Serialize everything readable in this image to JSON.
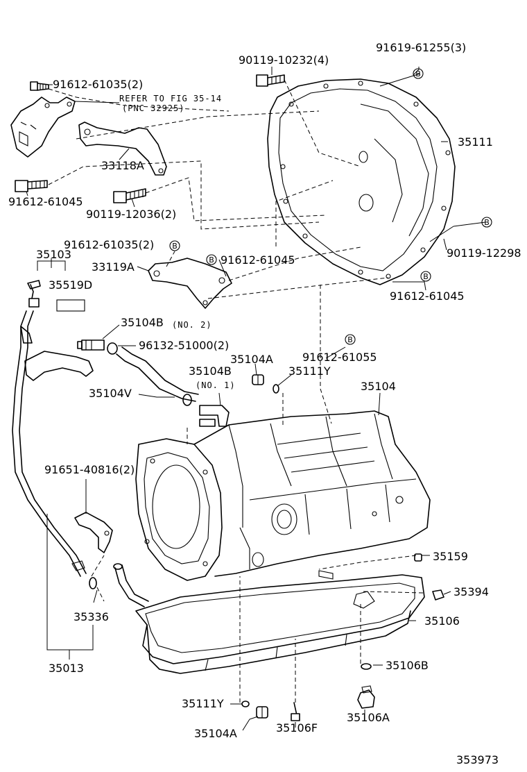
{
  "labels": {
    "p_91612_61035_2_top": "91612-61035(2)",
    "refer_fig_line1": "REFER TO FIG 35-14",
    "refer_fig_line2": "(PNC 32925)",
    "p_33118A": "33118A",
    "p_91612_61045_left": "91612-61045",
    "p_90119_12036_2": "90119-12036(2)",
    "p_90119_10232_4": "90119-10232(4)",
    "p_91619_61255_3": "91619-61255(3)",
    "p_35111": "35111",
    "p_90119_12298": "90119-12298",
    "p_91612_61035_2_mid": "91612-61035(2)",
    "p_35103": "35103",
    "p_33119A": "33119A",
    "p_91612_61045_mid": "91612-61045",
    "p_35519D": "35519D",
    "p_91612_61045_right": "91612-61045",
    "p_35104B_no2": "35104B",
    "no2": "(NO. 2)",
    "p_96132_51000_2": "96132-51000(2)",
    "p_91612_61055": "91612-61055",
    "p_35104A_top": "35104A",
    "p_35104B_no1": "35104B",
    "no1": "(NO. 1)",
    "p_35111Y_top": "35111Y",
    "p_35104V": "35104V",
    "p_35104": "35104",
    "p_91651_40816_2": "91651-40816(2)",
    "p_35159": "35159",
    "p_35394": "35394",
    "p_35336": "35336",
    "p_35106": "35106",
    "p_35013": "35013",
    "p_35106B": "35106B",
    "p_35111Y_bottom": "35111Y",
    "p_35106A": "35106A",
    "p_35104A_bottom": "35104A",
    "p_35106F": "35106F",
    "diagram_number": "353973"
  },
  "bubble_letter": "B"
}
